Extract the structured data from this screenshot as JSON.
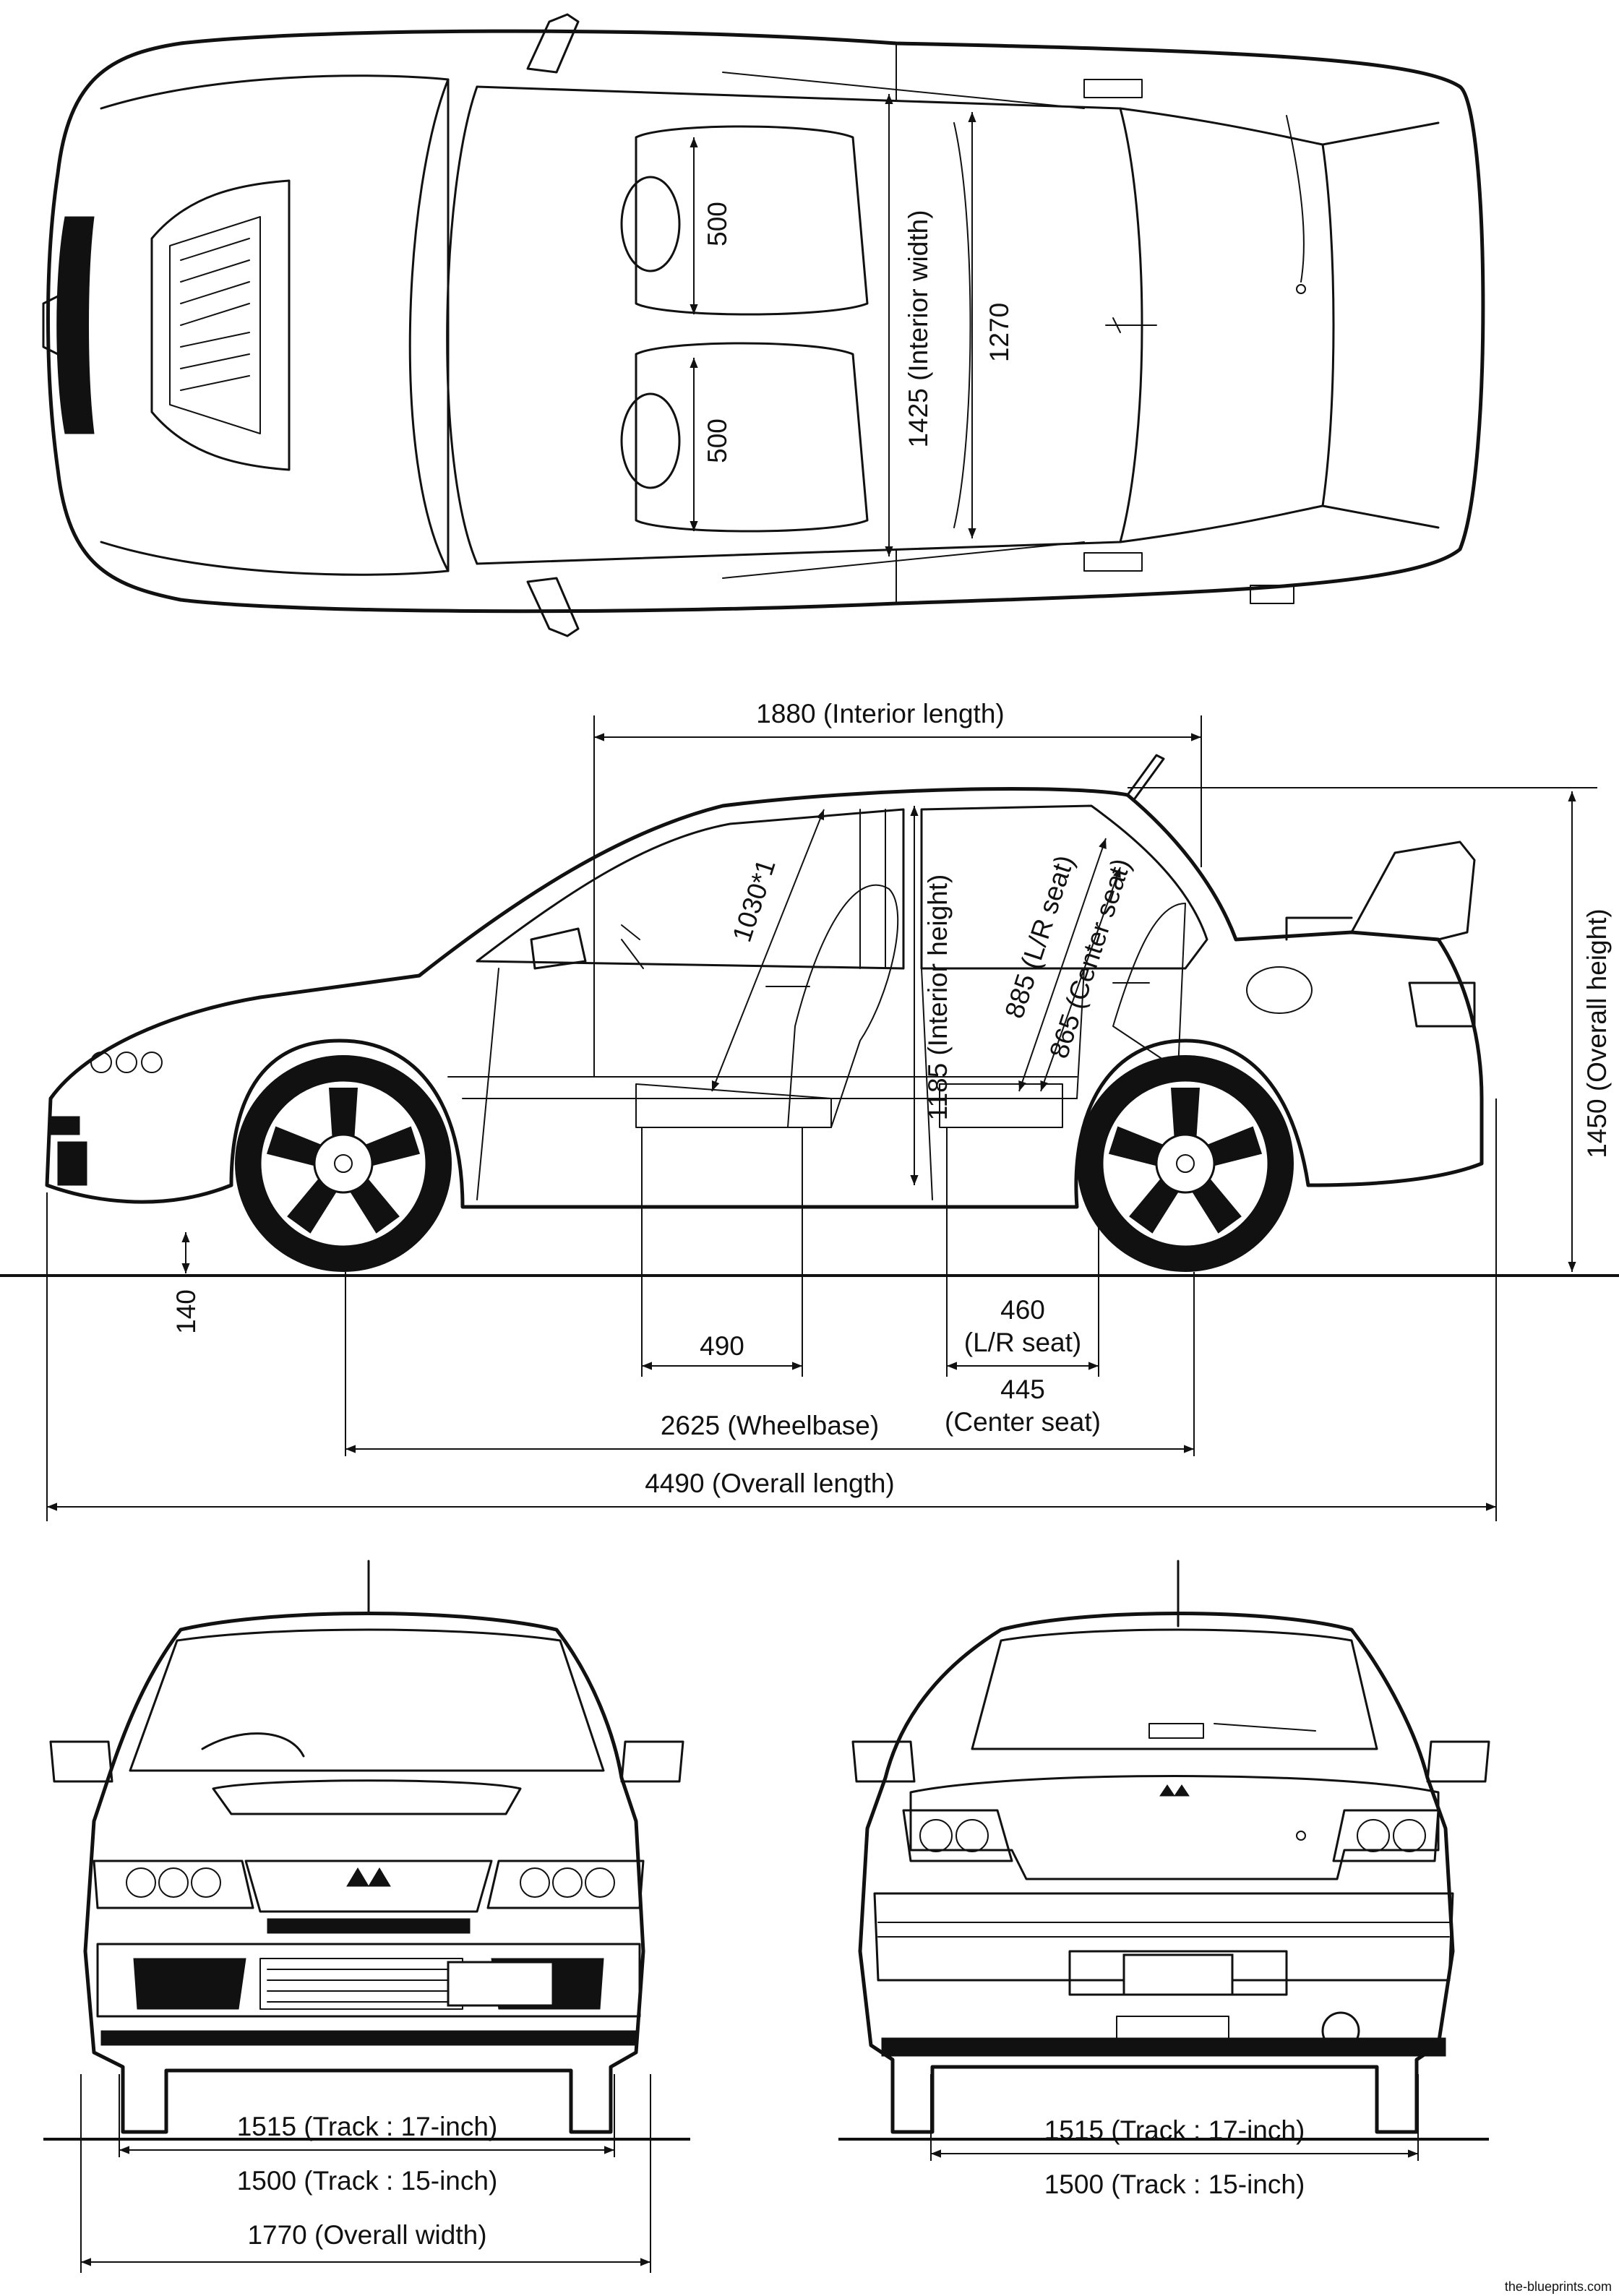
{
  "top_view": {
    "seat_width_front": "500",
    "seat_width_rear": "500",
    "interior_width": "1425 (Interior width)",
    "rear_width": "1270"
  },
  "side_view": {
    "interior_length": "1880 (Interior length)",
    "headroom_front": "1030*1",
    "interior_height": "1185 (Interior height)",
    "headroom_rear_lr": "885 (L/R seat)",
    "headroom_rear_center": "865 (Center seat)",
    "overall_height": "1450 (Overall height)",
    "ground_clearance": "140",
    "seat_490": "490",
    "rear_seat_460": "460",
    "rear_seat_460_note": "(L/R seat)",
    "rear_seat_445": "445",
    "rear_seat_445_note": "(Center seat)",
    "wheelbase": "2625 (Wheelbase)",
    "overall_length": "4490 (Overall length)"
  },
  "front_view": {
    "track_17": "1515 (Track : 17-inch)",
    "track_15": "1500 (Track : 15-inch)",
    "overall_width": "1770 (Overall width)"
  },
  "rear_view": {
    "track_17": "1515 (Track : 17-inch)",
    "track_15": "1500 (Track : 15-inch)"
  },
  "watermark": "the-blueprints.com"
}
